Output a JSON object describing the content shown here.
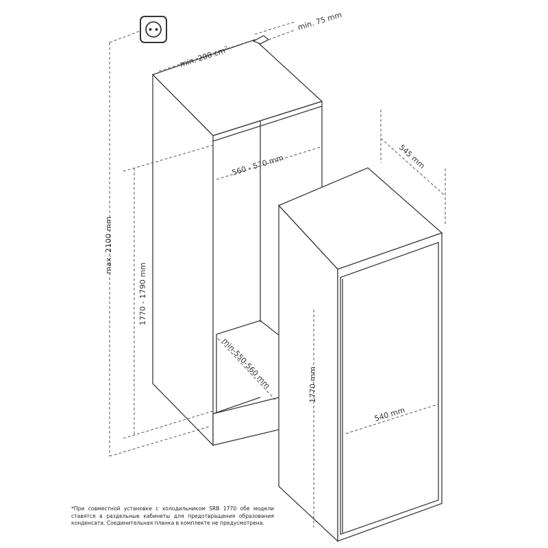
{
  "dimensions": {
    "vent_area": "min. 200 cm",
    "vent_area_exponent": "2",
    "rear_gap": "min. 75 mm",
    "niche_height": "1770 - 1790 mm",
    "max_height": "max. 2100 mm",
    "niche_width": "560 - 570 mm",
    "niche_depth": "min-550-560 mm",
    "appliance_depth": "545 mm",
    "appliance_height": "1770 mm",
    "appliance_width": "540 mm"
  },
  "footnote": "*При совместной установке с холодильником SRB 1770 обе модели ставятся в раздельные кабинеты для предотвращения образования конденсата. Соединительная планка в комплекте не предусмотрена.",
  "icons": {
    "socket": "electrical-socket-icon"
  }
}
